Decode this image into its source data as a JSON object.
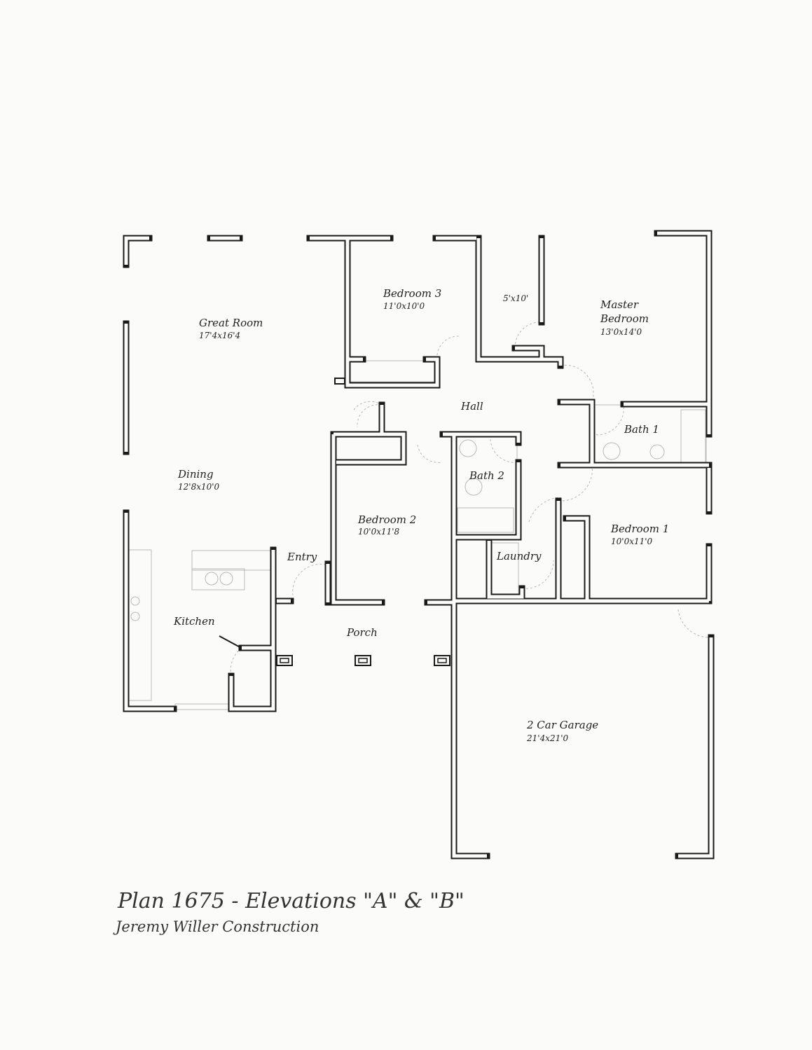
{
  "plan": {
    "rooms": [
      {
        "name": "Great Room",
        "dims": "17'4x16'4"
      },
      {
        "name": "Bedroom 3",
        "dims": "11'0x10'0"
      },
      {
        "name": "5'x10'",
        "dims": ""
      },
      {
        "name": "Master Bedroom",
        "dims": "13'0x14'0"
      },
      {
        "name": "Hall",
        "dims": ""
      },
      {
        "name": "Bath 1",
        "dims": ""
      },
      {
        "name": "Bath 2",
        "dims": ""
      },
      {
        "name": "Dining",
        "dims": "12'8x10'0"
      },
      {
        "name": "Bedroom 2",
        "dims": "10'0x11'8"
      },
      {
        "name": "Bedroom 1",
        "dims": "10'0x11'0"
      },
      {
        "name": "Entry",
        "dims": ""
      },
      {
        "name": "Laundry",
        "dims": ""
      },
      {
        "name": "Kitchen",
        "dims": ""
      },
      {
        "name": "Porch",
        "dims": ""
      },
      {
        "name": "2 Car Garage",
        "dims": "21'4x21'0"
      }
    ],
    "master_line1": "Master",
    "master_line2": "Bedroom"
  },
  "caption": {
    "title": "Plan 1675 - Elevations \"A\" & \"B\"",
    "builder": "Jeremy Willer Construction"
  },
  "colors": {
    "wall": "#1a1a1a",
    "fixture": "#b8b8b8",
    "paper": "#fbfbfa"
  }
}
